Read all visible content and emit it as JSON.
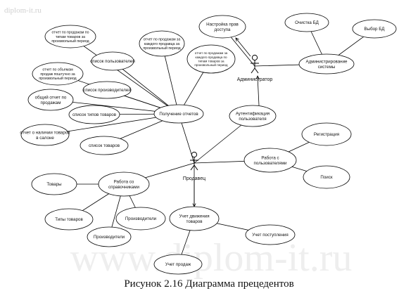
{
  "watermark_corner": "diplom-it.ru",
  "watermark_main": "www.diplom-it.ru",
  "caption": "Рисунок 2.16 Диаграмма прецедентов",
  "actors": {
    "admin": "Администратор",
    "seller": "Продавец"
  },
  "usecases": {
    "rep_type_period": [
      "отчет по продажам по",
      "типам товаров за",
      "произвольный период"
    ],
    "list_users": [
      "список пользователей"
    ],
    "rep_each_period": [
      "отчет по продажам за",
      "каждого продавца за",
      "произвольный период"
    ],
    "rep_each_types": [
      "отчет по продажам за",
      "каждого продавца по",
      "типам товаров за",
      "произвольный период"
    ],
    "rep_volume": [
      "отчет по объемам",
      "продаж поштучно за",
      "произвольный период"
    ],
    "list_producers": [
      "список производителей"
    ],
    "rep_general": [
      "общий отчет по",
      "продажам"
    ],
    "list_types": [
      "список типов товаров"
    ],
    "get_reports": [
      "Получение отчетов"
    ],
    "rep_stock": [
      "отчет о наличии товаров",
      "в салоне"
    ],
    "list_goods": [
      "список товаров"
    ],
    "auth": [
      "Аутентификация",
      "пользователя"
    ],
    "access": [
      "Настройка прав",
      "доступа"
    ],
    "clean_db": [
      "Очистка БД"
    ],
    "choose_db": [
      "Выбор БД"
    ],
    "sys_admin": [
      "Администрирование",
      "системы"
    ],
    "registration": [
      "Регистрация"
    ],
    "work_users": [
      "Работа с",
      "пользователями"
    ],
    "search": [
      "Поиск"
    ],
    "goods": [
      "Товары"
    ],
    "work_refs": [
      "Работа со",
      "справочниками"
    ],
    "producers": [
      "Производители"
    ],
    "goods_types": [
      "Типы товаров"
    ],
    "producers2": [
      "Производители"
    ],
    "movement": [
      "Учет движения",
      "товаров"
    ],
    "receipts": [
      "Учет поступления"
    ],
    "sales": [
      "Учет продаж"
    ]
  }
}
